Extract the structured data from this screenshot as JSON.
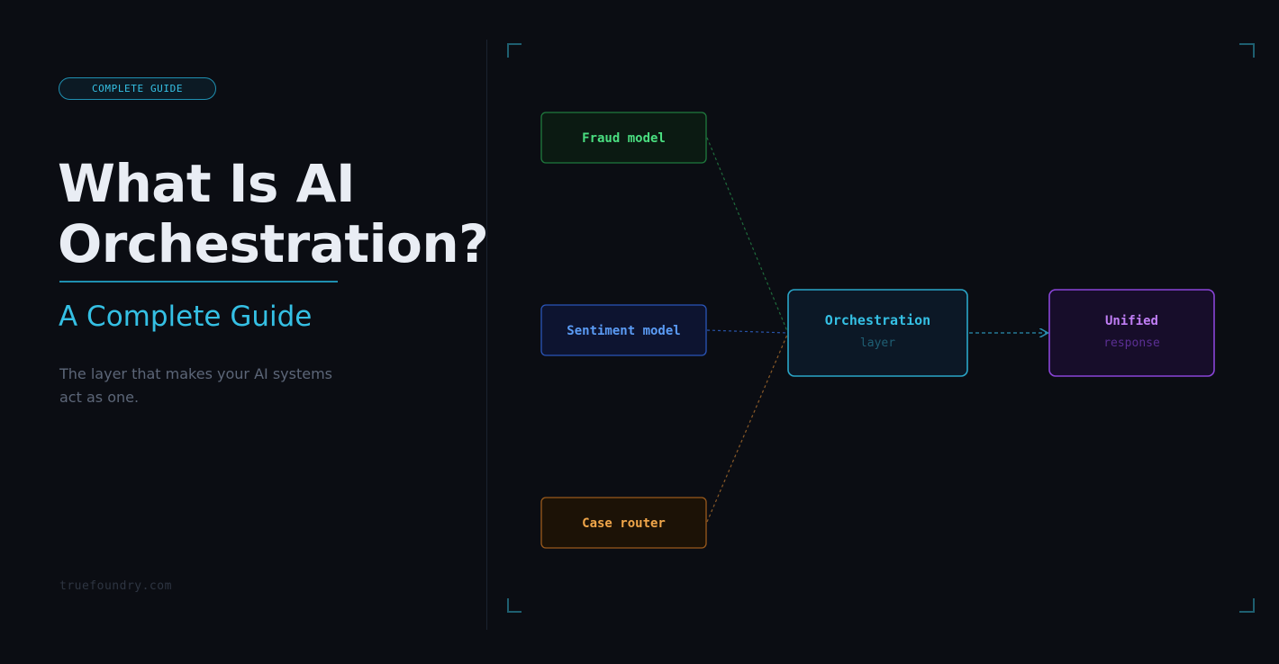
{
  "badge": {
    "label": "COMPLETE GUIDE"
  },
  "title": {
    "line1": "What Is AI",
    "line2": "Orchestration?"
  },
  "subtitle": "A Complete Guide",
  "description": "The layer that makes your AI systems act as one.",
  "footer": {
    "domain": "truefoundry.com"
  },
  "diagram": {
    "nodes": {
      "fraud": {
        "label": "Fraud model",
        "color": "#4ade80"
      },
      "sentiment": {
        "label": "Sentiment model",
        "color": "#5b9cf5"
      },
      "router": {
        "label": "Case router",
        "color": "#f0a64a"
      },
      "orchestration": {
        "label": "Orchestration",
        "sublabel": "layer",
        "color": "#35c0e4"
      },
      "unified": {
        "label": "Unified",
        "sublabel": "response",
        "color": "#b06ef0"
      }
    }
  },
  "colors": {
    "background": "#0b0d13",
    "accent": "#35c0e4",
    "title": "#e9edf4"
  }
}
